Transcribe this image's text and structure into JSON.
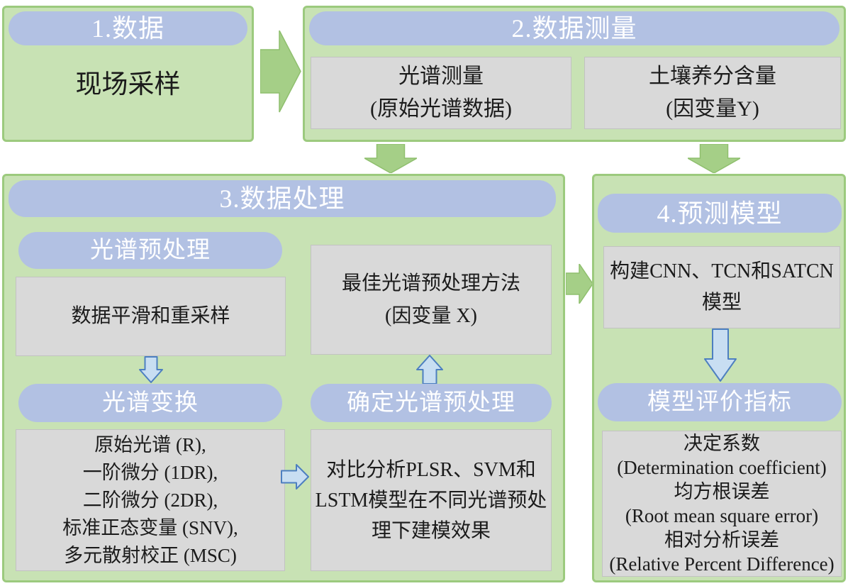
{
  "colors": {
    "section_fill": "#c8e2b4",
    "section_border": "#9cca7e",
    "header_fill": "#b2c1e3",
    "header_text": "#ffffff",
    "item_fill": "#d9d9d9",
    "item_border": "#c2c2c2",
    "green_arrow_fill": "#a5cf87",
    "green_arrow_border": "#8fbf6e",
    "blue_arrow_fill": "#c8def2",
    "blue_arrow_border": "#4d7fc0",
    "body_text": "#1b1b1b"
  },
  "section1": {
    "title": "1.数据",
    "item": "现场采样"
  },
  "section2": {
    "title": "2.数据测量",
    "spectral_lines": [
      "光谱测量",
      "(原始光谱数据)"
    ],
    "soil_lines": [
      "土壤养分含量",
      "(因变量Y)"
    ]
  },
  "section3": {
    "title": "3.数据处理",
    "preprocess_header": "光谱预处理",
    "smooth_item": "数据平滑和重采样",
    "transform_header": "光谱变换",
    "transform_lines": [
      "原始光谱 (R),",
      "一阶微分 (1DR),",
      "二阶微分 (2DR),",
      "标准正态变量 (SNV),",
      "多元散射校正 (MSC)"
    ],
    "best_lines": [
      "最佳光谱预处理方法",
      "(因变量 X)"
    ],
    "confirm_header": "确定光谱预处理",
    "compare_lines": [
      "对比分析PLSR、SVM和",
      "LSTM模型在不同光谱预处",
      "理下建模效果"
    ]
  },
  "section4": {
    "title": "4.预测模型",
    "build_lines": [
      "构建CNN、TCN和SATCN",
      "模型"
    ],
    "metrics_header": "模型评价指标",
    "metrics_lines": [
      "决定系数",
      "(Determination coefficient)",
      "均方根误差",
      "(Root mean square error)",
      "相对分析误差",
      "(Relative Percent Difference)"
    ]
  }
}
